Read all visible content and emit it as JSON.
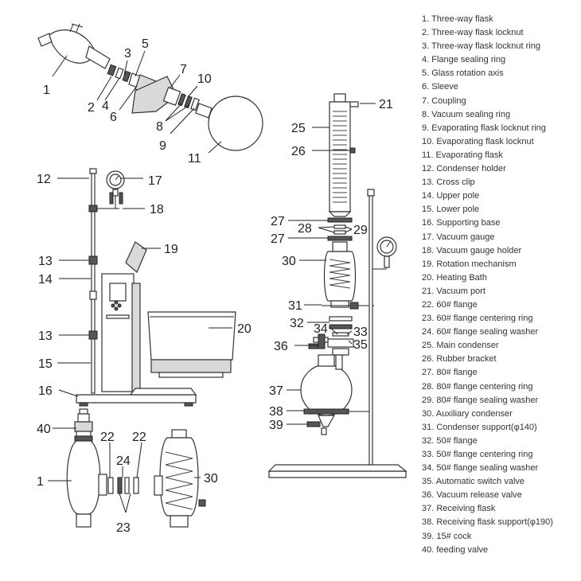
{
  "callouts": {
    "c1": "1",
    "c2": "2",
    "c3": "3",
    "c4": "4",
    "c5": "5",
    "c6": "6",
    "c7": "7",
    "c8": "8",
    "c9": "9",
    "c10": "10",
    "c11": "11",
    "c12": "12",
    "c13": "13",
    "c14": "14",
    "c15": "15",
    "c16": "16",
    "c17": "17",
    "c18": "18",
    "c19": "19",
    "c20": "20",
    "c21": "21",
    "c22": "22",
    "c23": "23",
    "c24": "24",
    "c25": "25",
    "c26": "26",
    "c27": "27",
    "c28": "28",
    "c29": "29",
    "c30": "30",
    "c31": "31",
    "c32": "32",
    "c33": "33",
    "c34": "34",
    "c35": "35",
    "c36": "36",
    "c37": "37",
    "c38": "38",
    "c39": "39",
    "c40": "40"
  },
  "legend": [
    "1. Three-way flask",
    "2. Three-way flask locknut",
    "3. Three-way flask locknut ring",
    "4. Flange sealing ring",
    "5. Glass rotation axis",
    "6. Sleeve",
    "7. Coupling",
    "8. Vacuum sealing ring",
    "9. Evaporating flask locknut ring",
    "10. Evaporating flask locknut",
    "11. Evaporating flask",
    "12. Condenser holder",
    "13. Cross clip",
    "14. Upper pole",
    "15. Lower pole",
    "16. Supporting base",
    "17. Vacuum gauge",
    "18. Vacuum gauge holder",
    "19. Rotation mechanism",
    "20. Heating Bath",
    "21. Vacuum port",
    "22. 60# flange",
    "23. 60# flange centering ring",
    "24. 60# flange sealing washer",
    "25. Main condenser",
    "26. Rubber bracket",
    "27. 80# flange",
    "28. 80# flange centering ring",
    "29. 80# flange sealing washer",
    "30. Auxiliary condenser",
    "31. Condenser support(φ140)",
    "32. 50# flange",
    "33. 50# flange centering ring",
    "34. 50# flange sealing washer",
    "35. Automatic switch valve",
    "36. Vacuum release valve",
    "37. Receiving flask",
    "38. Receiving flask support(φ190)",
    "39. 15# cock",
    "40. feeding valve"
  ]
}
